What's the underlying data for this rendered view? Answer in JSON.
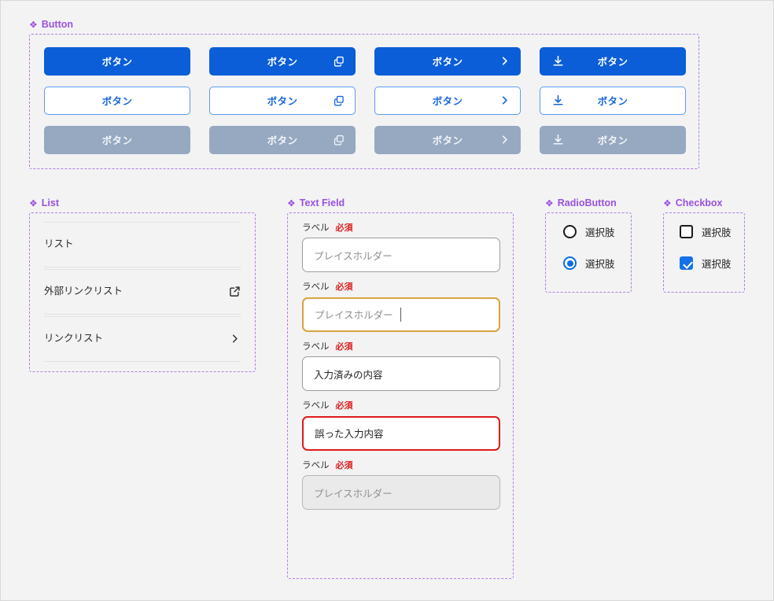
{
  "sections": {
    "button": {
      "label": "Button",
      "icon": "diamond-icon"
    },
    "list": {
      "label": "List",
      "icon": "diamond-icon"
    },
    "textfield": {
      "label": "Text Field",
      "icon": "diamond-icon"
    },
    "radio": {
      "label": "RadioButton",
      "icon": "diamond-icon"
    },
    "checkbox": {
      "label": "Checkbox",
      "icon": "diamond-icon"
    }
  },
  "buttons": {
    "label": "ボタン",
    "rows": [
      {
        "style": "primary",
        "state": "default"
      },
      {
        "style": "secondary",
        "state": "outlined"
      },
      {
        "style": "disabled",
        "state": "disabled"
      }
    ],
    "columns": [
      {
        "icon": null,
        "icon_position": null
      },
      {
        "icon": "copy-icon",
        "icon_position": "right"
      },
      {
        "icon": "chevron-right-icon",
        "icon_position": "right"
      },
      {
        "icon": "download-icon",
        "icon_position": "left"
      }
    ],
    "cells": [
      {
        "style": "primary",
        "label": "ボタン",
        "icon": null,
        "icon_position": null
      },
      {
        "style": "primary",
        "label": "ボタン",
        "icon": "copy-icon",
        "icon_position": "right"
      },
      {
        "style": "primary",
        "label": "ボタン",
        "icon": "chevron-right-icon",
        "icon_position": "right"
      },
      {
        "style": "primary",
        "label": "ボタン",
        "icon": "download-icon",
        "icon_position": "left"
      },
      {
        "style": "secondary",
        "label": "ボタン",
        "icon": null,
        "icon_position": null
      },
      {
        "style": "secondary",
        "label": "ボタン",
        "icon": "copy-icon",
        "icon_position": "right"
      },
      {
        "style": "secondary",
        "label": "ボタン",
        "icon": "chevron-right-icon",
        "icon_position": "right"
      },
      {
        "style": "secondary",
        "label": "ボタン",
        "icon": "download-icon",
        "icon_position": "left"
      },
      {
        "style": "disabled",
        "label": "ボタン",
        "icon": null,
        "icon_position": null
      },
      {
        "style": "disabled",
        "label": "ボタン",
        "icon": "copy-icon",
        "icon_position": "right"
      },
      {
        "style": "disabled",
        "label": "ボタン",
        "icon": "chevron-right-icon",
        "icon_position": "right"
      },
      {
        "style": "disabled",
        "label": "ボタン",
        "icon": "download-icon",
        "icon_position": "left"
      }
    ]
  },
  "list": {
    "items": [
      {
        "label": "リスト",
        "icon": null
      },
      {
        "label": "外部リンクリスト",
        "icon": "external-link-icon"
      },
      {
        "label": "リンクリスト",
        "icon": "chevron-right-icon"
      }
    ]
  },
  "textfield": {
    "label": "ラベル",
    "required_badge": "必須",
    "fields": [
      {
        "state": "default",
        "placeholder": "プレイスホルダー",
        "value": ""
      },
      {
        "state": "focused",
        "placeholder": "プレイスホルダー",
        "value": ""
      },
      {
        "state": "filled",
        "placeholder": "",
        "value": "入力済みの内容"
      },
      {
        "state": "error",
        "placeholder": "",
        "value": "誤った入力内容"
      },
      {
        "state": "disabled",
        "placeholder": "プレイスホルダー",
        "value": ""
      }
    ]
  },
  "radio": {
    "options": [
      {
        "label": "選択肢",
        "checked": false
      },
      {
        "label": "選択肢",
        "checked": true
      }
    ]
  },
  "checkbox": {
    "options": [
      {
        "label": "選択肢",
        "checked": false
      },
      {
        "label": "選択肢",
        "checked": true
      }
    ]
  },
  "colors": {
    "page_background": "#f3f3f3",
    "primary_blue": "#0b5ed8",
    "secondary_border": "#5b9bf1",
    "secondary_text": "#1766de",
    "disabled_gray": "#96a9c1",
    "section_purple": "#9b51e0",
    "section_border_purple": "#b07de0",
    "required_red": "#e02020",
    "focus_amber": "#d8a33f",
    "error_red": "#e01b1b",
    "checkbox_blue": "#1471e8",
    "radio_blue": "#0b6fe0"
  }
}
